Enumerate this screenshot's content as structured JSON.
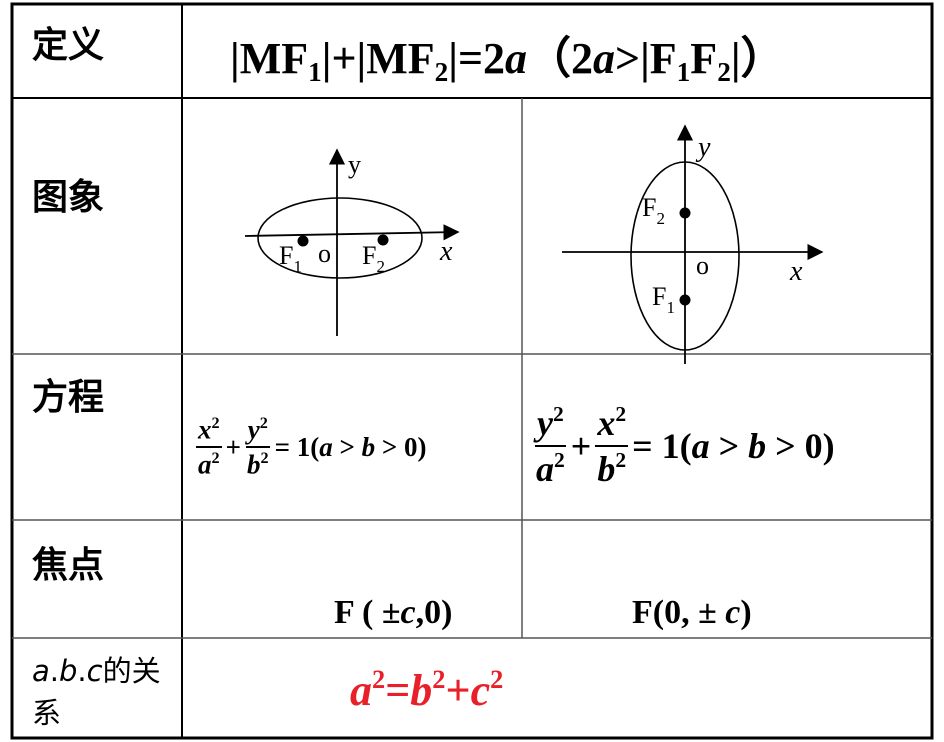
{
  "rows": {
    "definition": {
      "label": "定义",
      "formula": {
        "mf": "|MF",
        "one": "1",
        "plus_mf": "|+|MF",
        "two": "2",
        "eq_2": "|=2",
        "a": "a",
        "cond_open": "（2",
        "a2": "a",
        "gt": ">|F",
        "f_sub1": "1",
        "f_mid": "F",
        "f_sub2": "2",
        "close": "|）"
      }
    },
    "graph": {
      "label": "图象",
      "left": {
        "y": "y",
        "x": "x",
        "o": "o",
        "f1": "F",
        "f1_sub": "1",
        "f2": "F",
        "f2_sub": "2"
      },
      "right": {
        "y": "y",
        "x": "x",
        "o": "o",
        "f1": "F",
        "f1_sub": "1",
        "f2": "F",
        "f2_sub": "2"
      }
    },
    "equation": {
      "label": "方程",
      "left": {
        "x_num": "x",
        "x_exp": "2",
        "a_den": "a",
        "a_exp": "2",
        "plus": "+",
        "y_num": "y",
        "y_exp": "2",
        "b_den": "b",
        "b_exp": "2",
        "rest": "= 1(",
        "cond_a": "a",
        "gt1": " > ",
        "cond_b": "b",
        "gt2": " > 0)"
      },
      "right": {
        "y_num": "y",
        "y_exp": "2",
        "a_den": "a",
        "a_exp": "2",
        "plus": "+",
        "x_num": "x",
        "x_exp": "2",
        "b_den": "b",
        "b_exp": "2",
        "rest": "= 1(",
        "cond_a": "a",
        "gt1": " > ",
        "cond_b": "b",
        "gt2": " > 0)"
      }
    },
    "focus": {
      "label": "焦点",
      "left": {
        "pre": "F ( ±",
        "c": "c",
        "post": ",0)"
      },
      "right": {
        "pre": "F(0, ± ",
        "c": "c",
        "post": ")"
      }
    },
    "relation": {
      "label_a": "a",
      "dot1": ".",
      "label_b": "b",
      "dot2": ".",
      "label_c": "c",
      "label_rest1": "的关",
      "label_rest2": "系",
      "formula": {
        "a": "a",
        "a_exp": "2",
        "eq": "=",
        "b": "b",
        "b_exp": "2",
        "plus": "+",
        "c": "c",
        "c_exp": "2"
      }
    }
  },
  "colors": {
    "relation_formula": "#e8202a",
    "border": "#000000",
    "inner_border": "#555555"
  }
}
